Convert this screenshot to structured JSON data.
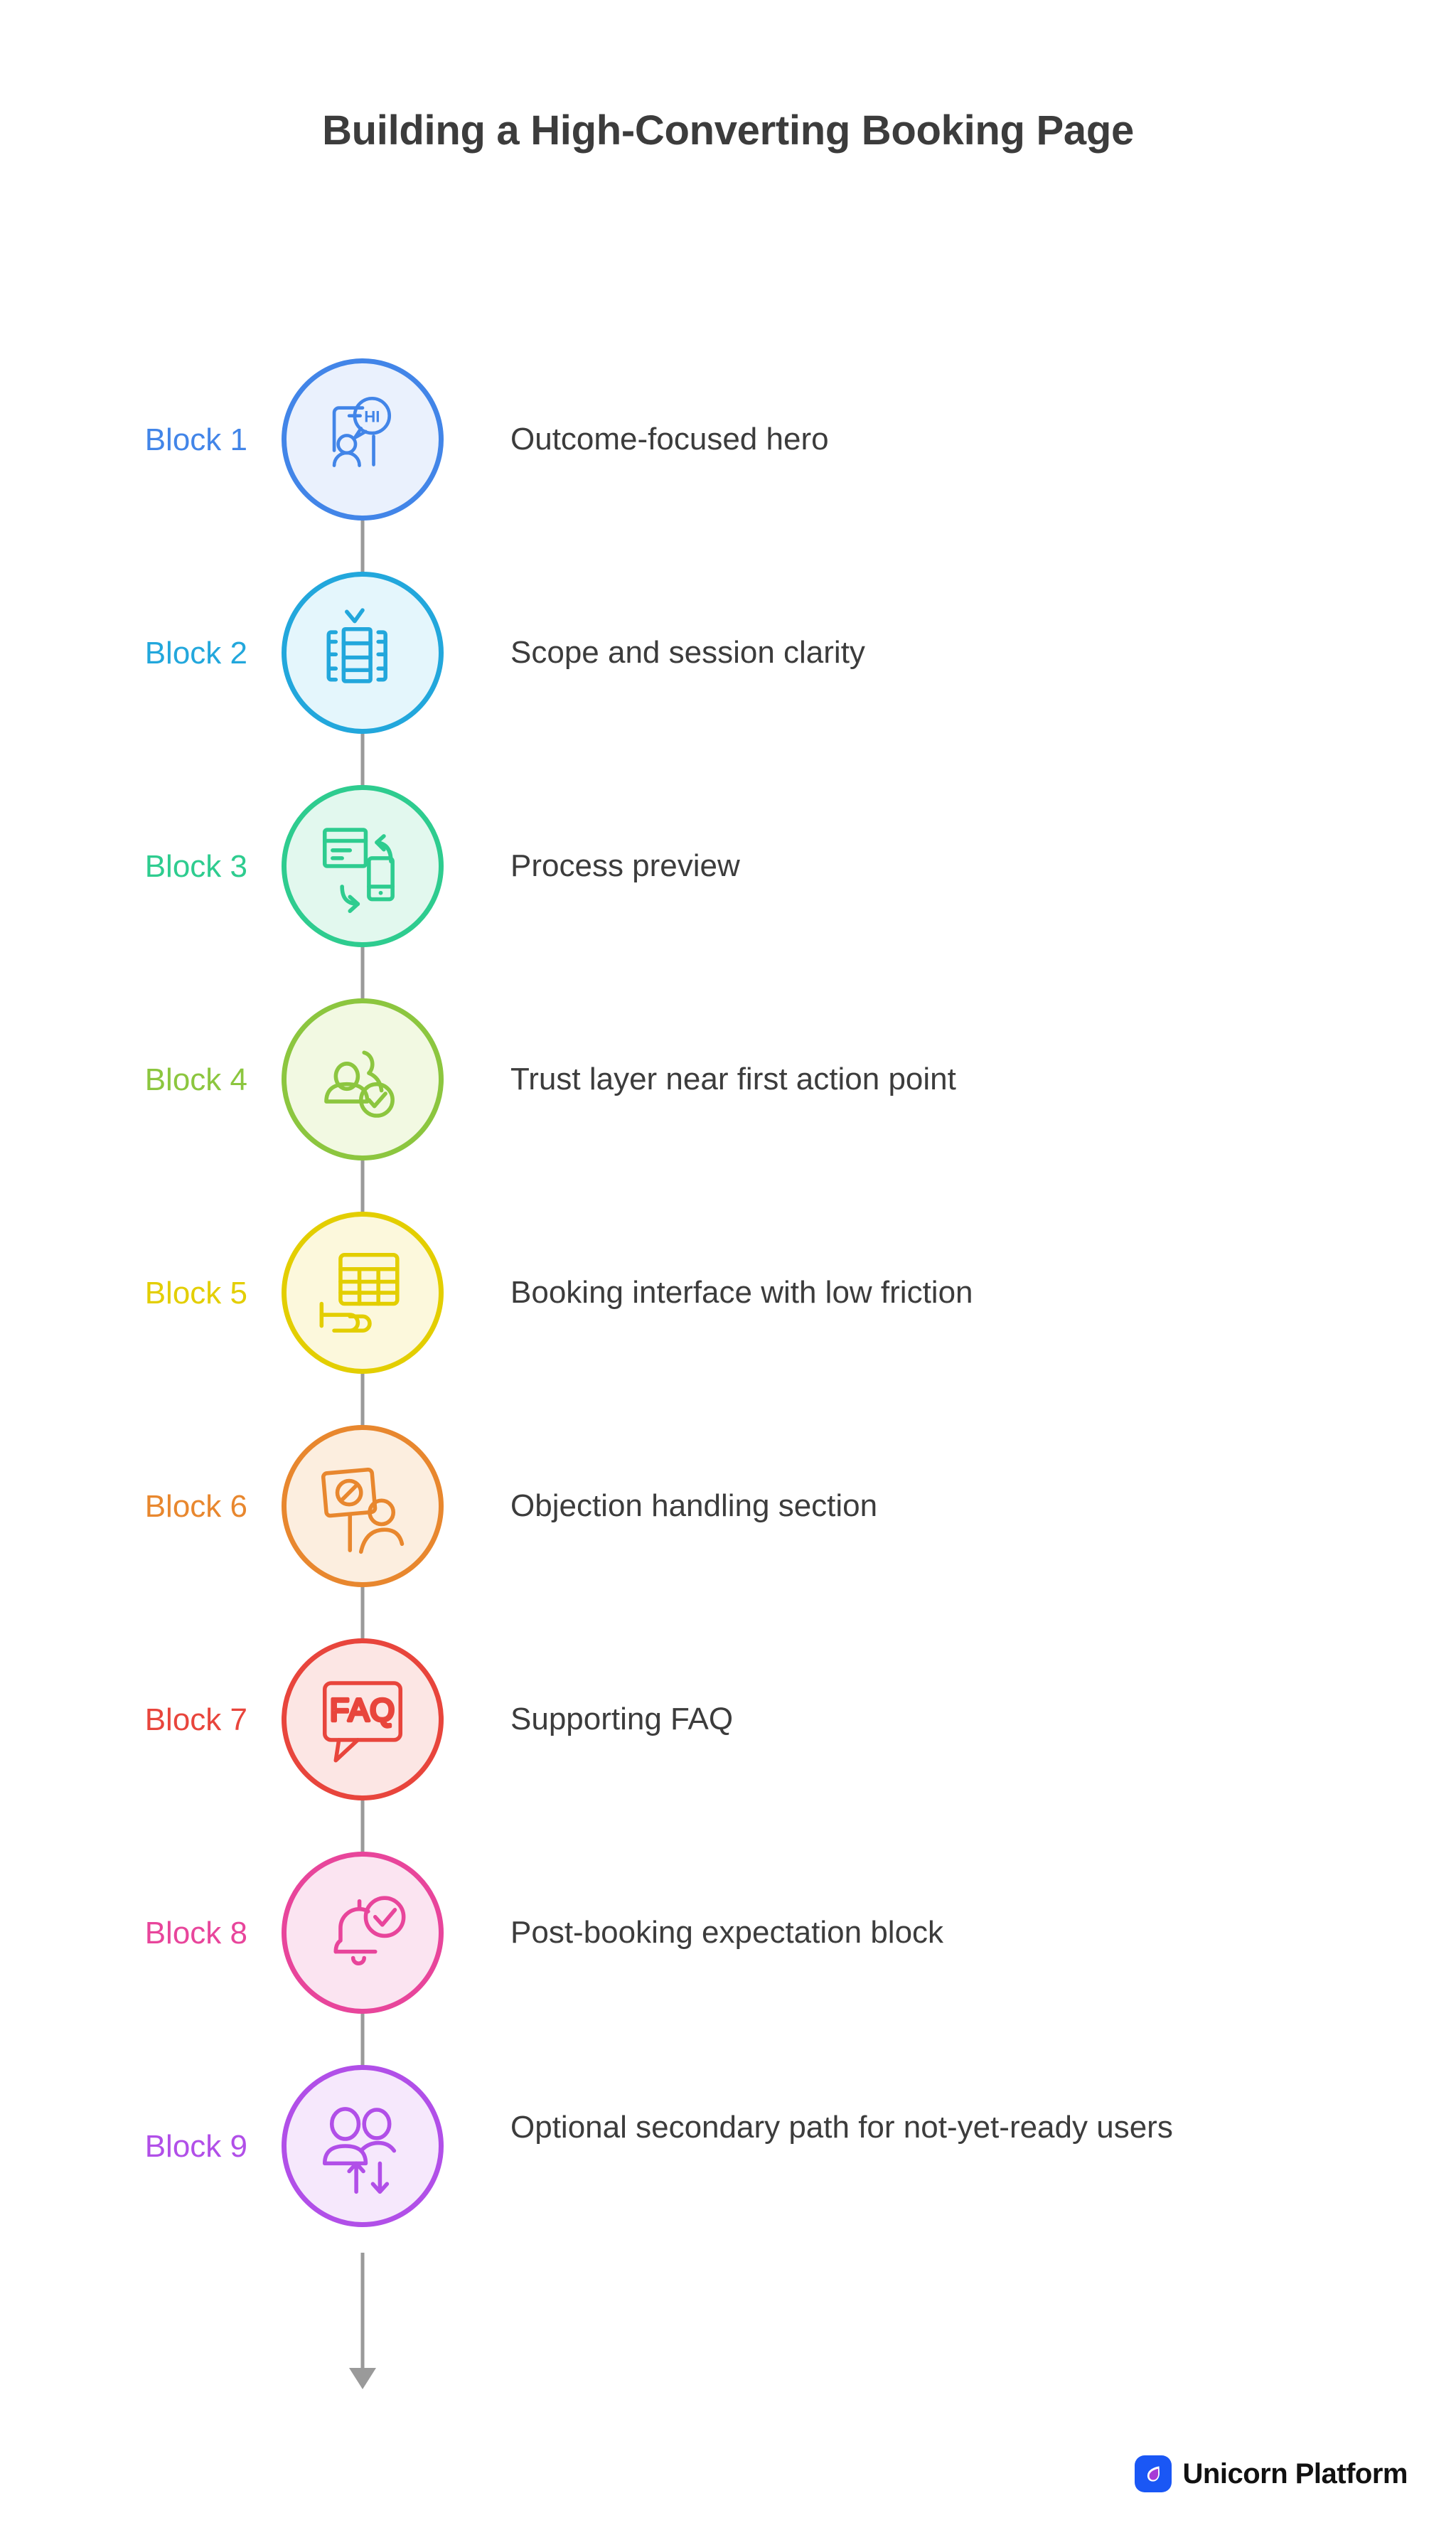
{
  "title": "Building a High-Converting Booking Page",
  "flow": {
    "type": "vertical-timeline",
    "step_count": 9,
    "steps": [
      {
        "label": "Block 1",
        "description": "Outcome-focused hero",
        "color": "#4285E8",
        "fill": "#EAF1FD",
        "icon": "person-with-hi-speech-bubble-icon"
      },
      {
        "label": "Block 2",
        "description": "Scope and session clarity",
        "color": "#22A7DC",
        "fill": "#E4F6FC",
        "icon": "scope-checklist-brackets-icon"
      },
      {
        "label": "Block 3",
        "description": "Process preview",
        "color": "#2ECC8F",
        "fill": "#E2F8EE",
        "icon": "browser-mobile-sync-icon"
      },
      {
        "label": "Block 4",
        "description": "Trust layer near first action point",
        "color": "#8CC63F",
        "fill": "#F2F9E2",
        "icon": "people-verified-check-icon"
      },
      {
        "label": "Block 5",
        "description": "Booking interface with low friction",
        "color": "#E3CE00",
        "fill": "#FCF8DC",
        "icon": "calendar-hand-booking-icon"
      },
      {
        "label": "Block 6",
        "description": "Objection handling section",
        "color": "#E8872E",
        "fill": "#FCEEDF",
        "icon": "objection-sign-person-icon"
      },
      {
        "label": "Block 7",
        "description": "Supporting FAQ",
        "color": "#E8453C",
        "fill": "#FCE6E4",
        "icon": "faq-speech-bubble-icon"
      },
      {
        "label": "Block 8",
        "description": "Post-booking expectation block",
        "color": "#E8459B",
        "fill": "#FBE4F1",
        "icon": "bell-check-notification-icon"
      },
      {
        "label": "Block 9",
        "description": "Optional secondary path for not-yet-ready users",
        "color": "#B14FE8",
        "fill": "#F6E8FC",
        "icon": "users-up-down-arrows-icon"
      }
    ]
  },
  "footer": {
    "brand": "Unicorn Platform",
    "logo_icon": "unicorn-droplet-logo-icon",
    "logo_bg": "#1A57F5"
  }
}
